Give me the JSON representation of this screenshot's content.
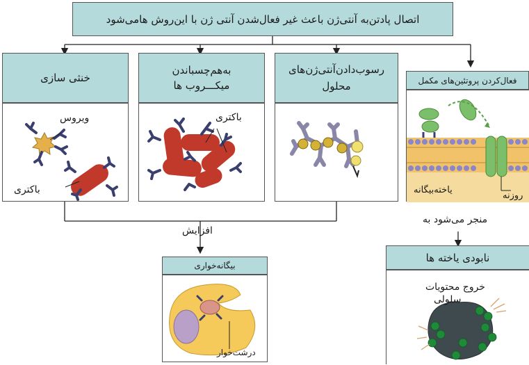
{
  "title": "اتصال پادتن‌به آنتی‌ژن باعث غیر فعال‌شدن آنتی ژن با این‌روش هامی‌شود",
  "panels": {
    "neutralization": {
      "title": "خنثی سازی",
      "virus_label": "ویروس",
      "bacteria_label": "باکتری"
    },
    "agglutination": {
      "title_line1": "به‌هم‌چسباندن",
      "title_line2": "میکـــروب ها",
      "bacteria_label": "باکتری"
    },
    "precipitation": {
      "title_line1": "رسوب‌دادن‌آنتی‌ژن‌های",
      "title_line2": "محلول"
    },
    "complement": {
      "title": "فعال‌کردن پروتئین‌های مکمل",
      "cell_label": "یاخته‌بیگانه",
      "pore_label": "روزنه"
    }
  },
  "increase_label": "افزایش",
  "leads_to_label": "منجر می‌شود به",
  "phagocytosis": {
    "title": "بیگانه‌خواری",
    "macrophage_label": "درشت‌خوار"
  },
  "cell_death": {
    "title": "نابودی یاخته ها",
    "content_line1": "خروج محتویات",
    "content_line2": "سلولی"
  },
  "colors": {
    "header_bg": "#b4dadb",
    "antibody": "#3a3f6e",
    "bacteria": "#c0392b",
    "virus": "#e5b04a",
    "membrane": "#f2c26a",
    "complement": "#7cbf6a",
    "macrophage": "#f5c95a"
  }
}
